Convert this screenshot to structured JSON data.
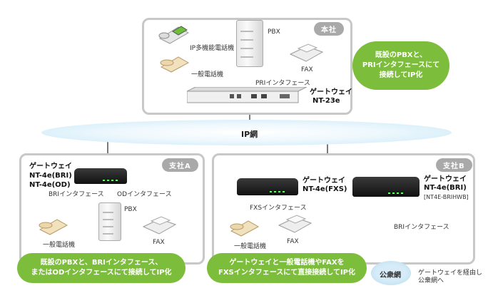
{
  "hq": {
    "tag": "本社"
  },
  "branch_a": {
    "tag": "支社A"
  },
  "branch_b": {
    "tag": "支社B"
  },
  "network": {
    "label": "IP網"
  },
  "hq_labels": {
    "pbx": "PBX",
    "ip_phone": "IP多機能電話機",
    "phone": "一般電話機",
    "fax": "FAX",
    "pri": "PRIインタフェース",
    "gateway_name": "ゲートウェイ",
    "gateway_model": "NT-23e"
  },
  "hq_bubble": {
    "lines": [
      "既設のPBXと、",
      "PRIインタフェースにて",
      "接続してIP化"
    ]
  },
  "a_labels": {
    "gateway_name": "ゲートウェイ",
    "gateway_model1": "NT-4e(BRI)",
    "gateway_model2": "NT-4e(OD)",
    "bri": "BRIインタフェース",
    "od": "ODインタフェース",
    "pbx": "PBX",
    "phone": "一般電話機",
    "fax": "FAX"
  },
  "a_bubble": {
    "lines": [
      "既設のPBXと、BRIインタフェース、",
      "またはODインタフェースにて接続してIP化"
    ]
  },
  "b_labels": {
    "gw1_name": "ゲートウェイ",
    "gw1_model": "NT-4e(FXS)",
    "gw2_name": "ゲートウェイ",
    "gw2_model": "NT-4e(BRI)",
    "gw2_sub": "[NT4E-BRIHWB]",
    "fxs": "FXSインタフェース",
    "phone": "一般電話機",
    "fax": "FAX",
    "bri": "BRIインタフェース",
    "public_net": "公衆網",
    "note1": "ゲートウェイを経由し",
    "note2": "公衆網へ"
  },
  "b_bubble": {
    "lines": [
      "ゲートウェイと一般電話機やFAXを",
      "FXSインタフェースにて直接接続してIP化"
    ]
  },
  "colors": {
    "bubble": "#7dbd3c",
    "box_border": "#c8c8c8",
    "network": "#dff1fb"
  }
}
